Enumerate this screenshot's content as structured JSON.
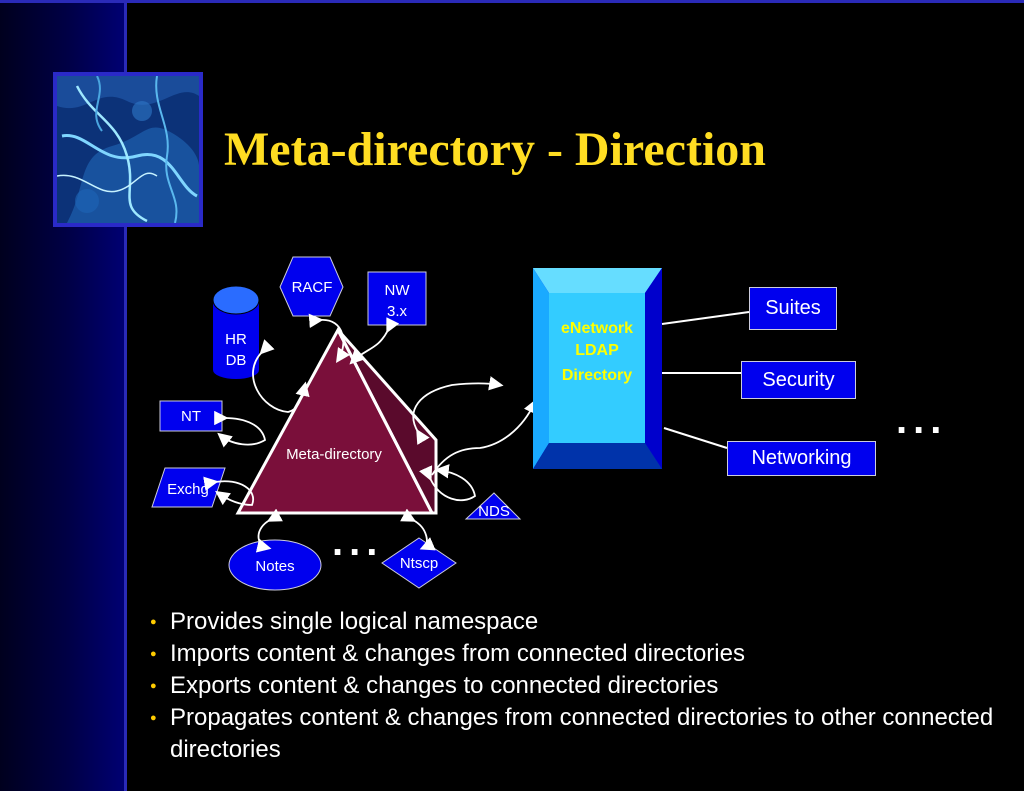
{
  "slide": {
    "title": "Meta-directory - Direction"
  },
  "diagram": {
    "center_label": "Meta-directory",
    "sources": {
      "racf": "RACF",
      "nw_line1": "NW",
      "nw_line2": "3.x",
      "hr_line1": "HR",
      "hr_line2": "DB",
      "nt": "NT",
      "exchg": "Exchg",
      "notes": "Notes",
      "ntscp": "Ntscp",
      "nds": "NDS"
    },
    "ldap": {
      "line1": "eNetwork",
      "line2": "LDAP",
      "line3": "Directory"
    },
    "services": [
      "Suites",
      "Security",
      "Networking"
    ],
    "ellipsis": "..."
  },
  "bullets": [
    "Provides single logical namespace",
    "Imports content & changes from connected directories",
    "Exports content & changes to connected directories",
    "Propagates content & changes from connected directories to other connected directories"
  ],
  "colors": {
    "background": "#000000",
    "sidebar": "#000072",
    "title": "#ffdd22",
    "pyramid": "#7a0f3a",
    "box_fill": "#0000ee",
    "ldap_fill": "#33ccff",
    "ldap_text": "#ffff00",
    "bullet": "#ffcc00"
  }
}
